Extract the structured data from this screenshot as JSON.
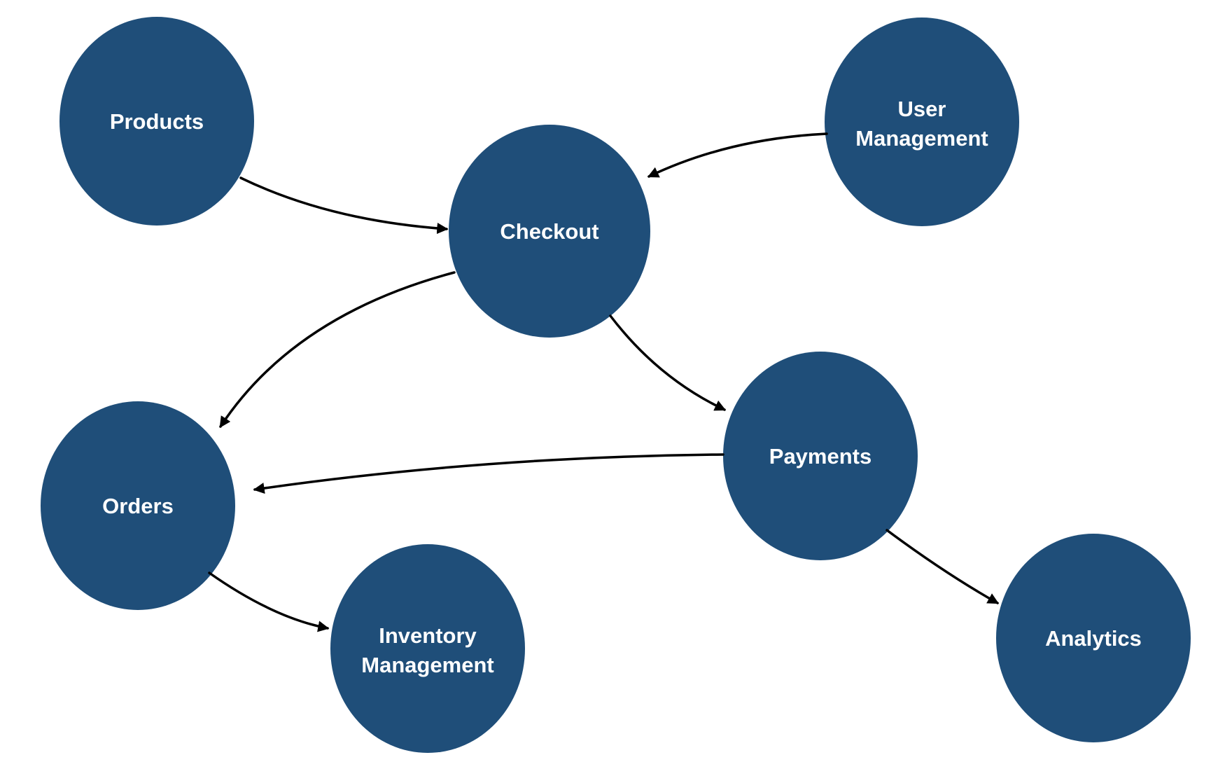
{
  "diagram": {
    "background_color": "#ffffff",
    "node_fill_color": "#1f4e79",
    "node_text_color": "#ffffff",
    "edge_color": "#000000",
    "nodes": {
      "products": {
        "label": "Products"
      },
      "user_management": {
        "label_lines": [
          "User",
          "Management"
        ]
      },
      "checkout": {
        "label": "Checkout"
      },
      "payments": {
        "label": "Payments"
      },
      "orders": {
        "label": "Orders"
      },
      "inventory_management": {
        "label_lines": [
          "Inventory",
          "Management"
        ]
      },
      "analytics": {
        "label": "Analytics"
      }
    },
    "edges": [
      {
        "from": "Products",
        "to": "Checkout"
      },
      {
        "from": "User Management",
        "to": "Checkout"
      },
      {
        "from": "Checkout",
        "to": "Orders"
      },
      {
        "from": "Checkout",
        "to": "Payments"
      },
      {
        "from": "Payments",
        "to": "Orders"
      },
      {
        "from": "Payments",
        "to": "Analytics"
      },
      {
        "from": "Orders",
        "to": "Inventory Management"
      }
    ]
  }
}
